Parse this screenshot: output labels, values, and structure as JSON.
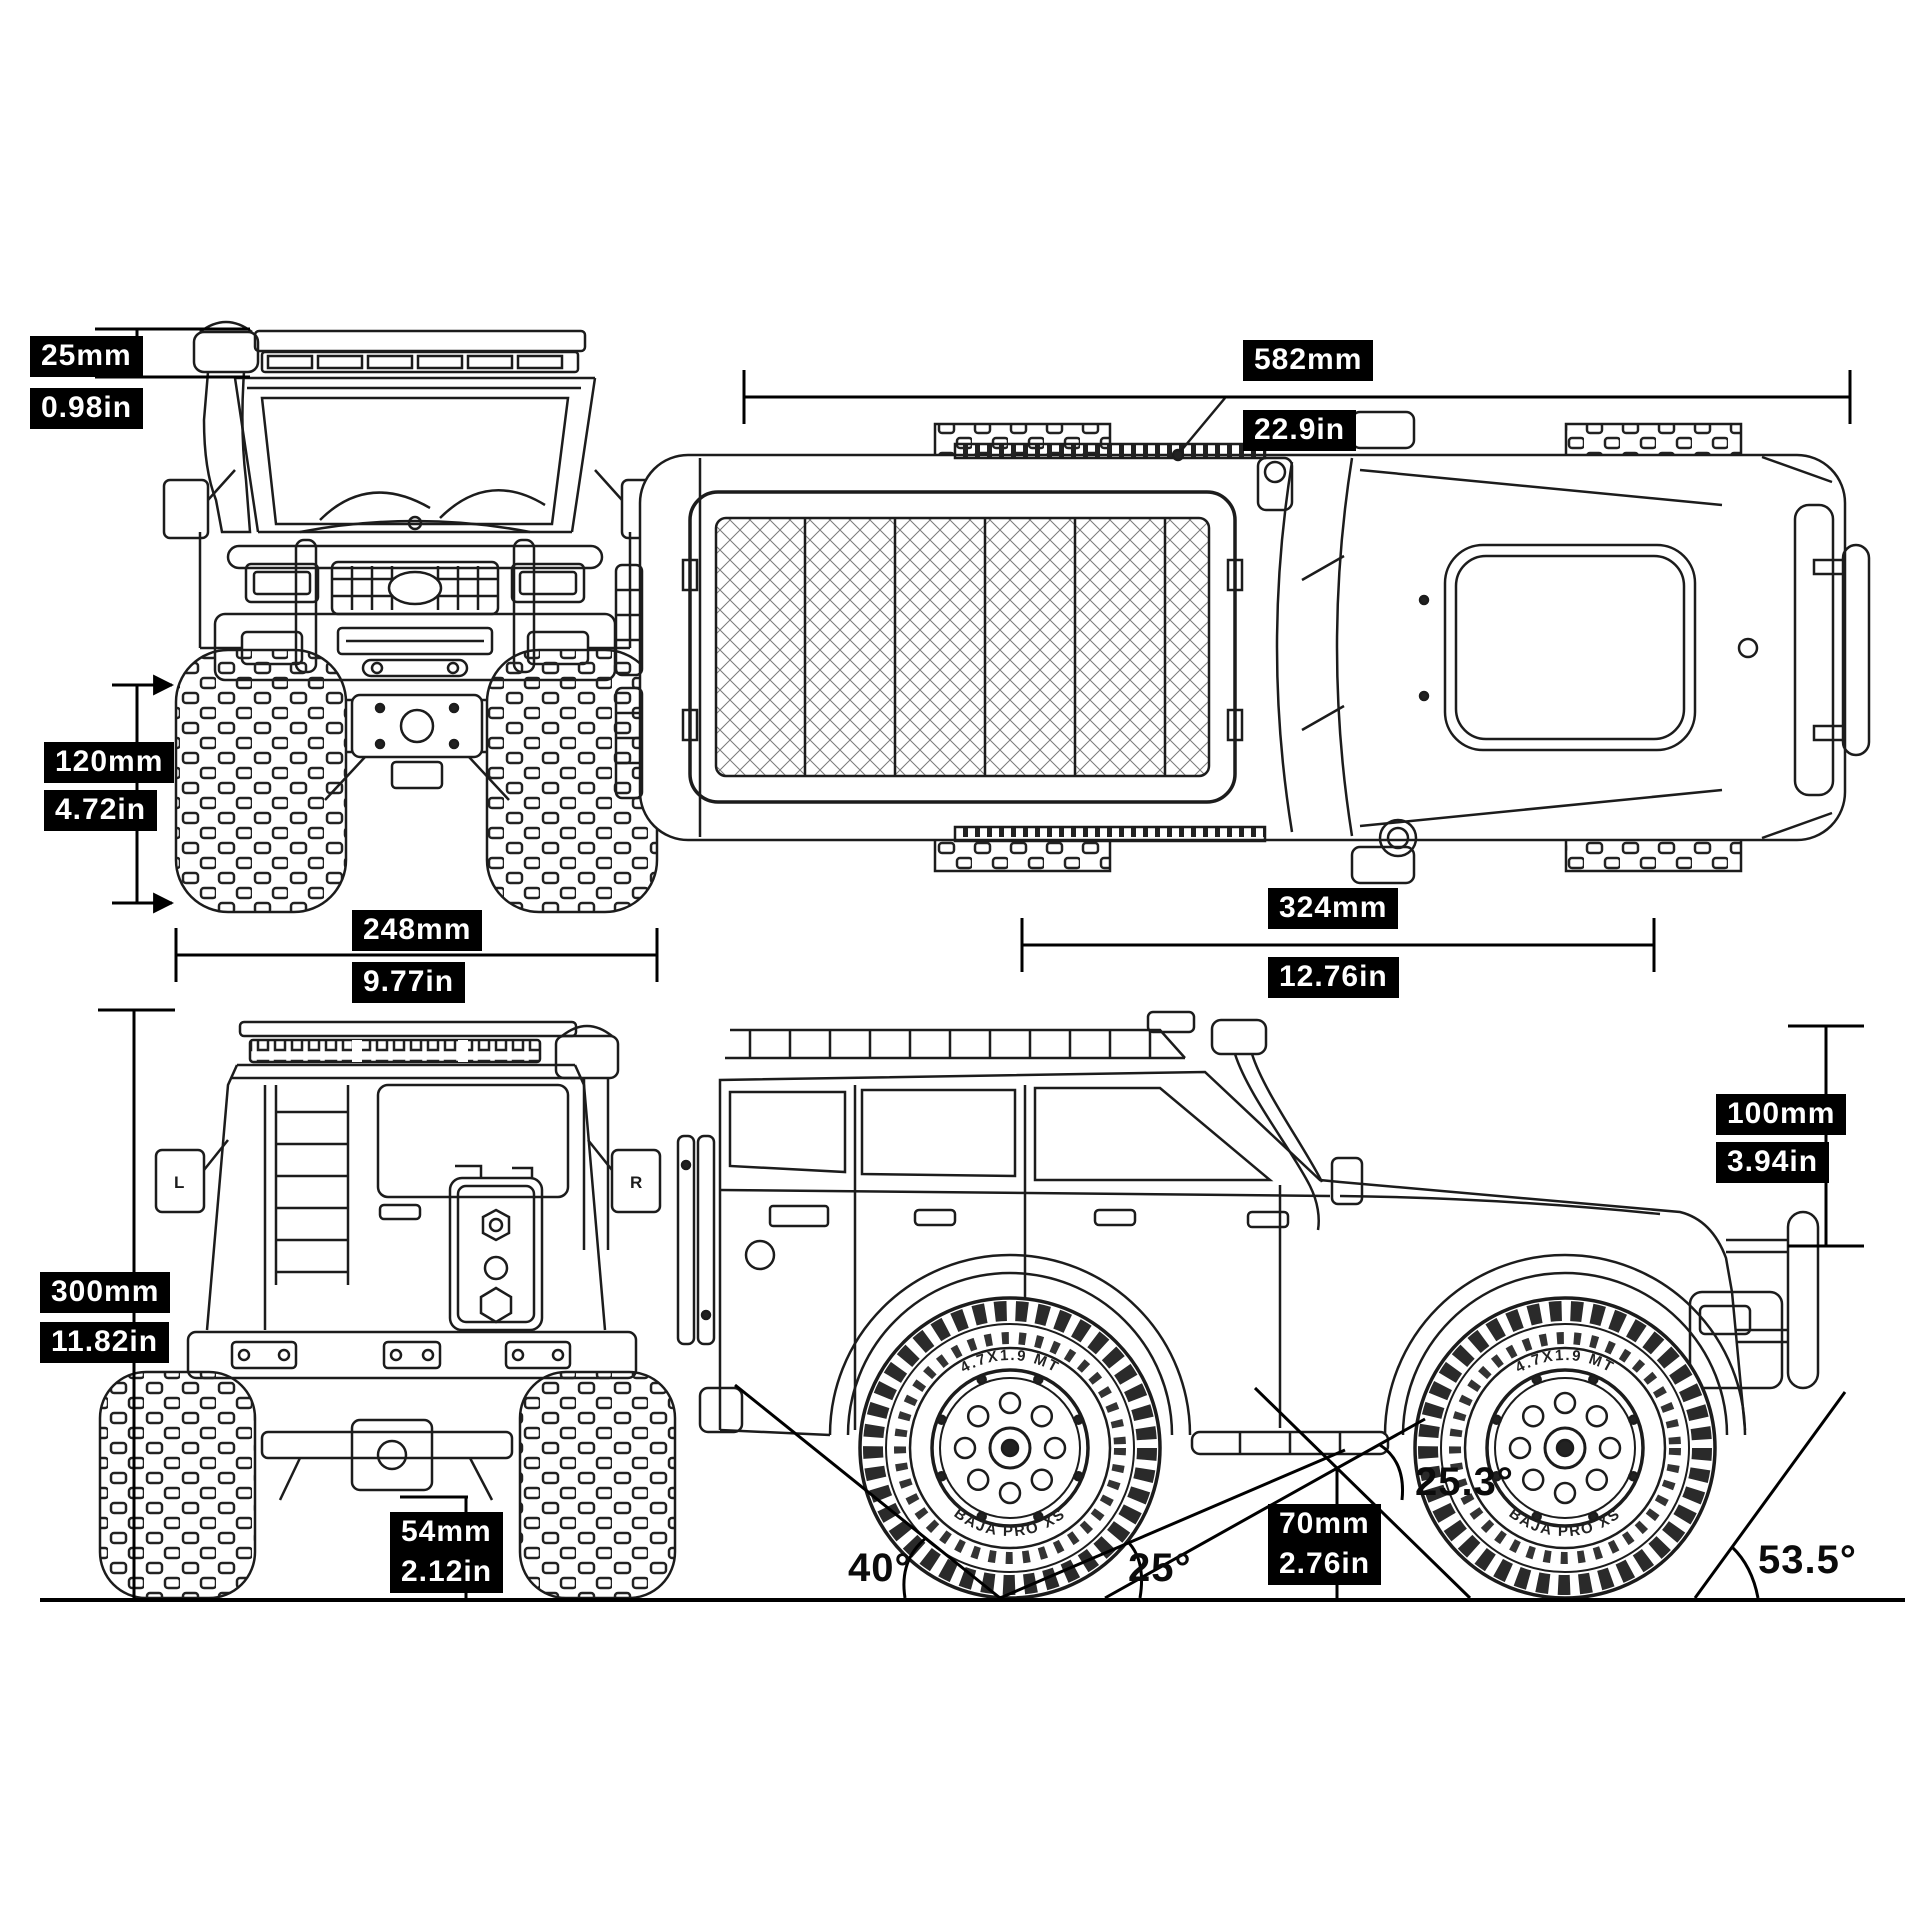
{
  "page": {
    "background": "#ffffff",
    "line_color": "#1c1c1c",
    "label_bg": "#000000",
    "label_fg": "#ffffff"
  },
  "dimensions": {
    "roof_rack_height": {
      "mm": "25mm",
      "in": "0.98in"
    },
    "front_ground_clearance": {
      "mm": "120mm",
      "in": "4.72in"
    },
    "overall_width": {
      "mm": "248mm",
      "in": "9.77in"
    },
    "overall_length": {
      "mm": "582mm",
      "in": "22.9in"
    },
    "wheelbase": {
      "mm": "324mm",
      "in": "12.76in"
    },
    "overall_height": {
      "mm": "300mm",
      "in": "11.82in"
    },
    "axle_ground_clearance": {
      "mm": "54mm",
      "in": "2.12in"
    },
    "hood_to_roof_height": {
      "mm": "100mm",
      "in": "3.94in"
    },
    "chassis_center_clearance": {
      "mm": "70mm",
      "in": "2.76in"
    }
  },
  "angles": {
    "departure_angle": "40°",
    "rear_ramp_angle": "25°",
    "breakover_angle": "25.3°",
    "approach_angle": "53.5°"
  },
  "tires": {
    "size_marking": "4.7X1.9 MT",
    "model_marking": "BAJA PRO XS"
  },
  "mirrors": {
    "left": "L",
    "right": "R"
  }
}
